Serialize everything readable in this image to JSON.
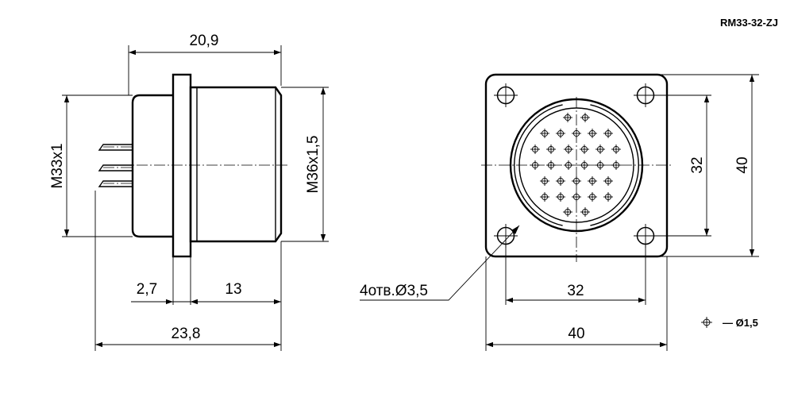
{
  "model": "RM33-32-ZJ",
  "side_view": {
    "dim_overall_flange_to_end": "20,9",
    "dim_rear_thread": "M33x1",
    "dim_front_thread": "M36x1,5",
    "dim_flange_thickness": "2,7",
    "dim_front_length": "13",
    "dim_total_length": "23,8"
  },
  "front_view": {
    "dim_hole_spacing_vertical": "32",
    "dim_flange_height": "40",
    "dim_hole_spacing_horizontal": "32",
    "dim_flange_width": "40",
    "holes_callout": "4отв.Ø3,5",
    "pin_count": 32
  },
  "legend": {
    "pin_symbol_label": "— Ø1,5"
  }
}
